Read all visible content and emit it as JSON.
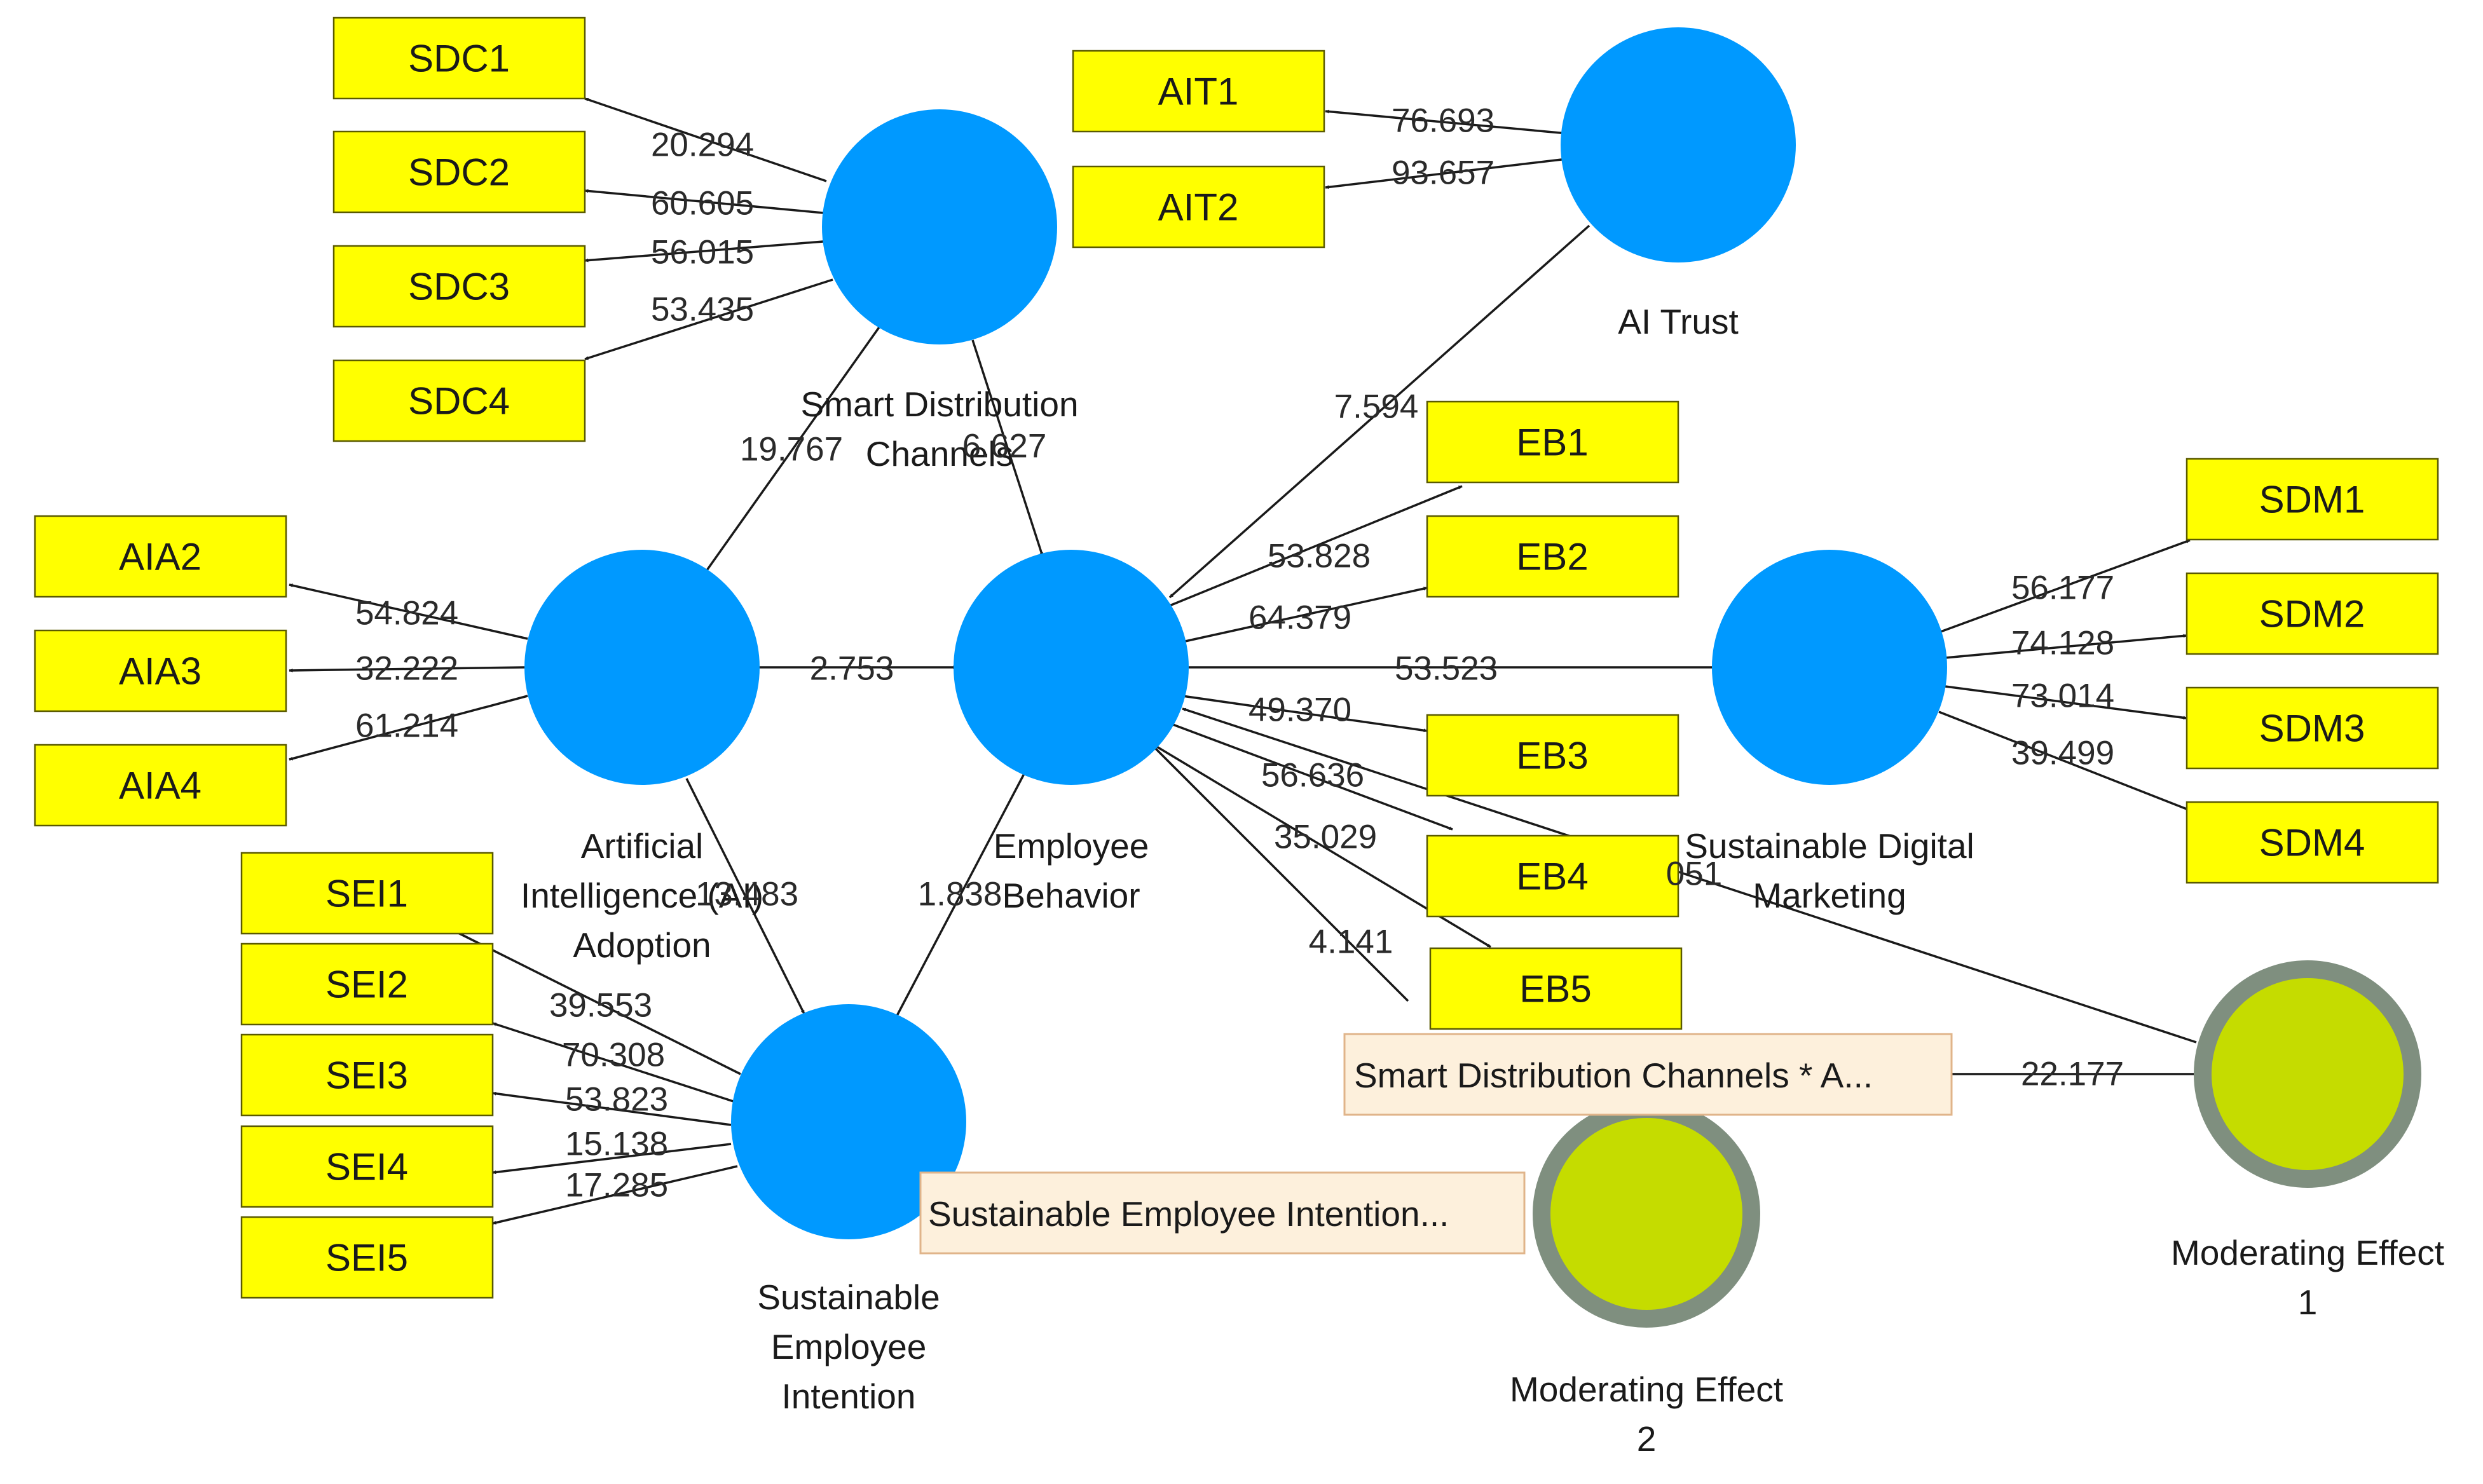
{
  "constructs": {
    "sdc": {
      "label_lines": [
        "Smart Distribution",
        "Channels"
      ]
    },
    "ait": {
      "label_lines": [
        "AI Trust"
      ]
    },
    "aia": {
      "label_lines": [
        "Artificial",
        "Intelligence (AI)",
        "Adoption"
      ]
    },
    "eb": {
      "label_lines": [
        "Employee",
        "Behavior"
      ]
    },
    "sdm": {
      "label_lines": [
        "Sustainable Digital",
        "Marketing"
      ]
    },
    "sei": {
      "label_lines": [
        "Sustainable",
        "Employee",
        "Intention"
      ]
    },
    "me1": {
      "label_lines": [
        "Moderating Effect",
        "1"
      ]
    },
    "me2": {
      "label_lines": [
        "Moderating Effect",
        "2"
      ]
    }
  },
  "indicators": {
    "SDC1": "SDC1",
    "SDC2": "SDC2",
    "SDC3": "SDC3",
    "SDC4": "SDC4",
    "AIT1": "AIT1",
    "AIT2": "AIT2",
    "AIA2": "AIA2",
    "AIA3": "AIA3",
    "AIA4": "AIA4",
    "EB1": "EB1",
    "EB2": "EB2",
    "EB3": "EB3",
    "EB4": "EB4",
    "EB5": "EB5",
    "SDM1": "SDM1",
    "SDM2": "SDM2",
    "SDM3": "SDM3",
    "SDM4": "SDM4",
    "SEI1": "SEI1",
    "SEI2": "SEI2",
    "SEI3": "SEI3",
    "SEI4": "SEI4",
    "SEI5": "SEI5"
  },
  "loadings": {
    "SDC1": "20.294",
    "SDC2": "60.605",
    "SDC3": "56.015",
    "SDC4": "53.435",
    "AIT1": "76.693",
    "AIT2": "93.657",
    "AIA2": "54.824",
    "AIA3": "32.222",
    "AIA4": "61.214",
    "EB1": "53.828",
    "EB2": "64.379",
    "EB3": "49.370",
    "EB4": "56.636",
    "EB5": "35.029",
    "SDM1": "56.177",
    "SDM2": "74.128",
    "SDM3": "73.014",
    "SDM4": "39.499",
    "SEI1": "39.553",
    "SEI2": "70.308",
    "SEI3": "53.823",
    "SEI4": "15.138",
    "SEI5": "17.285"
  },
  "paths": {
    "aia_sdc": "19.767",
    "sdc_eb": "6.627",
    "ait_eb": "7.594",
    "aia_eb": "2.753",
    "eb_sdm": "53.523",
    "aia_sei": "13.483",
    "sei_eb": "1.838",
    "me2_eb": "4.141",
    "me1_eb": "051",
    "me1_int": "22.177"
  },
  "tooltips": {
    "me1": "Smart Distribution Channels * A...",
    "me2": "Sustainable Employee Intention..."
  },
  "colors": {
    "latent": "#0099ff",
    "indicator": "#ffff00",
    "moderator": "#c5dc00",
    "moderator_ring": "#7f8f7f"
  }
}
